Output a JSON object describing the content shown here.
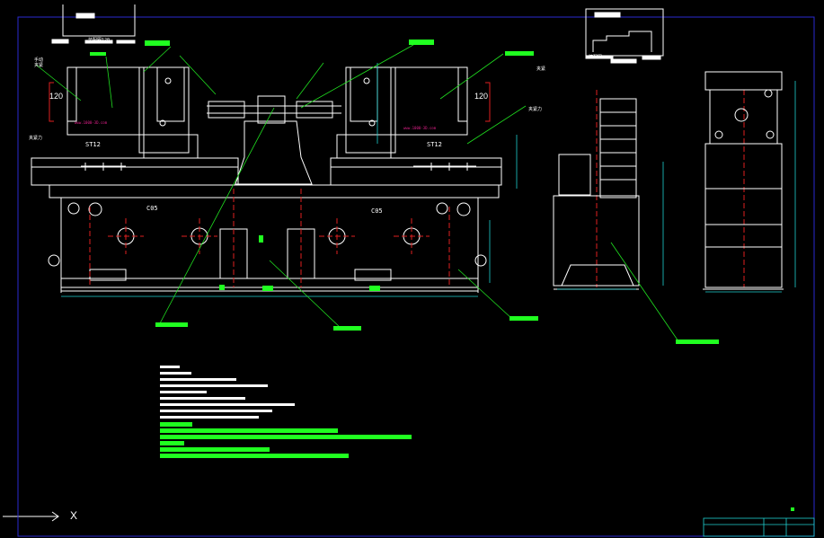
{
  "colors": {
    "background": "#000000",
    "frame": "#2a2ad0",
    "part_lines": "#ffffff",
    "center_lines": "#e02020",
    "leader_lines": "#20e020",
    "label_fill": "#20ff20",
    "dimension_lines": "#20d0d0",
    "watermark_text": "#e0208a"
  },
  "dimensions": {
    "height_120_left": "120",
    "height_120_right": "120"
  },
  "stations": {
    "left_tag": "ST12",
    "right_tag": "ST12",
    "left_bed_tag": "C05",
    "right_bed_tag": "C05"
  },
  "watermark": {
    "left": "www.1000-3D.com",
    "right": "www.1000-3D.com"
  },
  "ucs": {
    "x_label": "X"
  },
  "annotations": {
    "top_left_detail": "装配图120",
    "top_right_detail": "装配图",
    "left_label_a": "手动",
    "left_label_b": "夹紧",
    "left_label_c": "夹紧力",
    "right_label_a": "夹紧",
    "right_label_b": "夹紧力"
  }
}
